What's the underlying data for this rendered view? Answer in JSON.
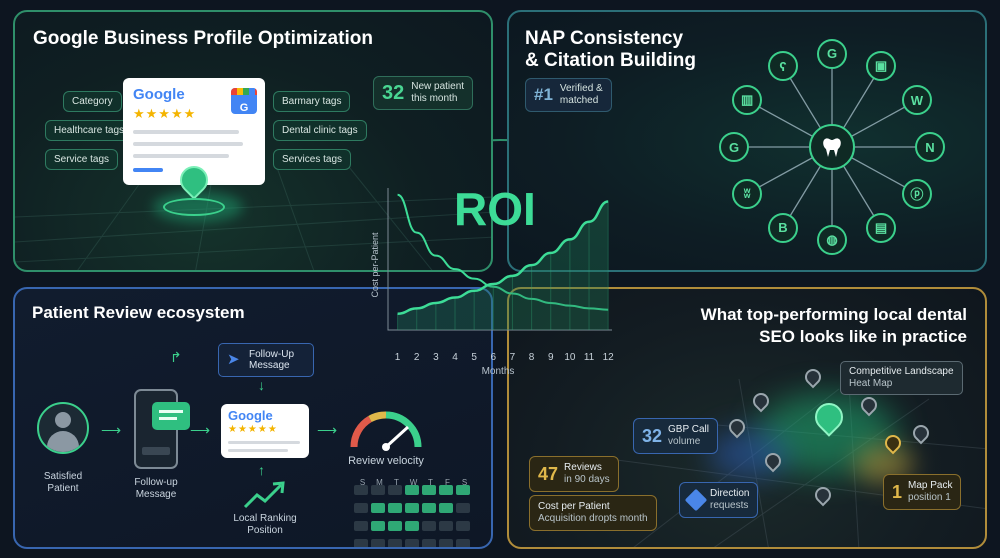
{
  "gbp": {
    "title": "Google Business Profile Optimization",
    "tags_left": [
      "Category",
      "Healthcare tags",
      "Service tags"
    ],
    "tags_right": [
      "Barmary tags",
      "Dental clinic tags",
      "Services tags"
    ],
    "card_logo": "Google",
    "card_stars": "★★★★★",
    "stat_value": "32",
    "stat_label_1": "New patient",
    "stat_label_2": "this month"
  },
  "nap": {
    "title_1": "NAP Consistency",
    "title_2": "& Citation Building",
    "badge_value": "#1",
    "badge_label_1": "Verified &",
    "badge_label_2": "matched",
    "hub_icon": "tooth-icon",
    "nodes": [
      "G",
      "▣",
      "W",
      "N",
      "ⓟ",
      "▤",
      "◍",
      "B",
      "ʬ",
      "G",
      "▥",
      "ʕ"
    ]
  },
  "roi": {
    "label": "ROI",
    "ylabel": "Cost per-Patient",
    "xlabel": "Months"
  },
  "chart_data": {
    "type": "line",
    "x": [
      1,
      2,
      3,
      4,
      5,
      6,
      7,
      8,
      9,
      10,
      11,
      12
    ],
    "xlabel": "Months",
    "ylabel": "Cost per-Patient",
    "title": "ROI",
    "series": [
      {
        "name": "",
        "values": [
          1.0,
          0.72,
          0.55,
          0.45,
          0.38,
          0.32,
          0.27,
          0.23,
          0.2,
          0.18,
          0.16,
          0.15
        ]
      },
      {
        "name": "",
        "values": [
          0.12,
          0.16,
          0.2,
          0.24,
          0.29,
          0.34,
          0.4,
          0.48,
          0.57,
          0.67,
          0.8,
          0.95
        ]
      }
    ],
    "ylim": [
      0,
      1.05
    ],
    "grid": false,
    "colors": [
      "#3ddc97",
      "#3ddc97"
    ]
  },
  "reviews": {
    "title": "Patient Review ecosystem",
    "patient_label_1": "Satisfied",
    "patient_label_2": "Patient",
    "phone_label_1": "Follow-up",
    "phone_label_2": "Message",
    "followup_label_1": "Follow-Up",
    "followup_label_2": "Message",
    "card_logo": "Google",
    "card_stars": "★★★★★",
    "ranking_label_1": "Local Ranking",
    "ranking_label_2": "Position",
    "velocity_label": "Review velocity",
    "weekdays": [
      "S",
      "M",
      "T",
      "W",
      "T",
      "F",
      "S"
    ]
  },
  "practice": {
    "title_1": "What top-performing local dental",
    "title_2": "SEO looks like in practice",
    "landscape_1": "Competitive Landscape",
    "landscape_2": "Heat Map",
    "gbp_call_value": "32",
    "gbp_call_1": "GBP Call",
    "gbp_call_2": "volume",
    "reviews_value": "47",
    "reviews_1": "Reviews",
    "reviews_2": "in 90 days",
    "direction_1": "Direction",
    "direction_2": "requests",
    "cost_1": "Cost per Patient",
    "cost_2": "Acquisition dropts month",
    "mappack_value": "1",
    "mappack_1": "Map Pack",
    "mappack_2": "position 1"
  }
}
